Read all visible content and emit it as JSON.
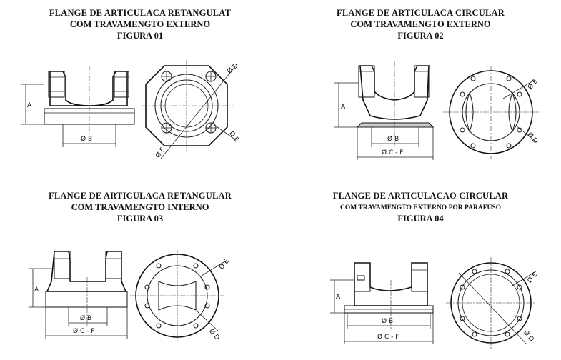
{
  "figures": [
    {
      "title_line1": "FLANGE DE ARTICULACA RETANGULAT",
      "title_line2": "COM TRAVAMENGTO EXTERNO",
      "figure_label": "FIGURA 01",
      "labels": {
        "a": "A",
        "b": "Ø B",
        "d": "Ø D",
        "e": "Ø E",
        "f": "Ø F"
      }
    },
    {
      "title_line1": "FLANGE DE ARTICULACA CIRCULAR",
      "title_line2": "COM TRAVAMENGTO EXTERNO",
      "figure_label": "FIGURA 02",
      "labels": {
        "a": "A",
        "b": "Ø B",
        "cf": "Ø C - F",
        "d": "Ø D",
        "e": "Ø E"
      }
    },
    {
      "title_line1": "FLANGE DE ARTICULACA RETANGULAR",
      "title_line2": "COM TRAVAMENGTO INTERNO",
      "figure_label": "FIGURA 03",
      "labels": {
        "a": "A",
        "b": "Ø B",
        "cf": "Ø C - F",
        "d": "Ø D",
        "e": "Ø E"
      }
    },
    {
      "title_line1": "FLANGE DE ARTICULACAO CIRCULAR",
      "title_line2": "COM TRAVAMENGTO EXTERNO POR PARAFUSO",
      "figure_label": "FIGURA 04",
      "labels": {
        "a": "A",
        "b": "Ø B",
        "cf": "Ø C - F",
        "d": "Ø D",
        "e": "Ø E"
      }
    }
  ]
}
